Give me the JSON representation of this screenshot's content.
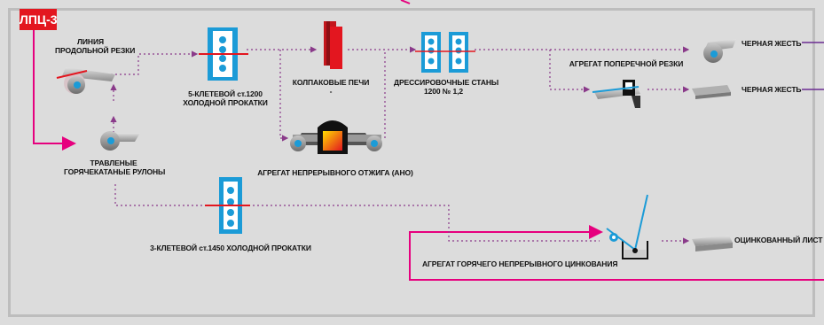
{
  "badge": "ЛПЦ-3",
  "nodes": {
    "slitting_line": {
      "line1": "ЛИНИЯ",
      "line2": "ПРОДОЛЬНОЙ РЕЗКИ"
    },
    "mill_1200": {
      "line1": "5-КЛЕТЕВОЙ ст.1200",
      "line2": "ХОЛОДНОЙ ПРОКАТКИ"
    },
    "bell_furnaces": {
      "line1": "КОЛПАКОВЫЕ ПЕЧИ",
      "line2": "-"
    },
    "temper_mills": {
      "line1": "ДРЕССИРОВОЧНЫЕ СТАНЫ",
      "line2": "1200 № 1,2"
    },
    "cross_cut": "АГРЕГАТ ПОПЕРЕЧНОЙ РЕЗКИ",
    "black_plate_1": "ЧЕРНАЯ ЖЕСТЬ",
    "black_plate_2": "ЧЕРНАЯ ЖЕСТЬ",
    "continuous_annealing": "АГРЕГАТ НЕПРЕРЫВНОГО ОТЖИГА (АНО)",
    "pickled_coils": {
      "line1": "ТРАВЛЕНЫЕ",
      "line2": "ГОРЯЧЕКАТАНЫЕ РУЛОНЫ"
    },
    "mill_1450": "3-КЛЕТЕВОЙ ст.1450 ХОЛОДНОЙ ПРОКАТКИ",
    "galvanizing": "АГРЕГАТ ГОРЯЧЕГО НЕПРЕРЫВНОГО  ЦИНКОВАНИЯ",
    "galvanized_sheet": "ОЦИНКОВАННЫЙ ЛИСТ"
  },
  "colors": {
    "magenta": "#e6007e",
    "flow_dotted": "#8a3a8a",
    "purple_exit": "#6b2c91",
    "blue": "#1b9bd7",
    "red": "#e3161f"
  }
}
